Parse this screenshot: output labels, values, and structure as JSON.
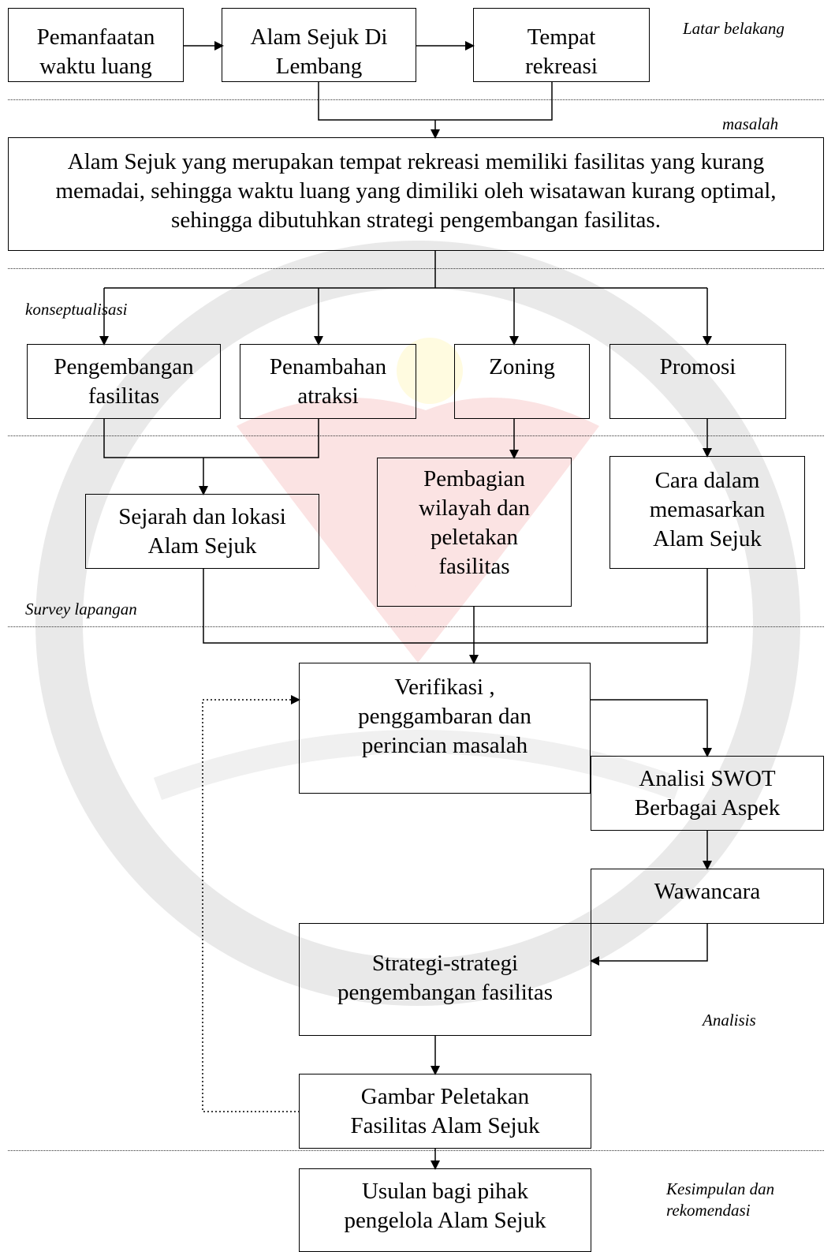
{
  "stages": {
    "latar": "Latar belakang",
    "masalah": "masalah",
    "konsep": "konseptualisasi",
    "survey": "Survey lapangan",
    "analisis": "Analisis",
    "kesimpulan_1": "Kesimpulan dan",
    "kesimpulan_2": "rekomendasi"
  },
  "nodes": {
    "pemanfaatan": "Pemanfaatan waktu luang",
    "alam_sejuk": "Alam Sejuk Di Lembang",
    "tempat": "Tempat rekreasi",
    "masalah": "Alam Sejuk yang merupakan tempat rekreasi memiliki fasilitas yang kurang memadai, sehingga waktu luang yang dimiliki oleh wisatawan kurang optimal, sehingga dibutuhkan strategi pengembangan fasilitas.",
    "pengembangan": "Pengembangan fasilitas",
    "penambahan": "Penambahan atraksi",
    "zoning": "Zoning",
    "promosi": "Promosi",
    "sejarah": "Sejarah dan lokasi Alam Sejuk",
    "pembagian": "Pembagian wilayah dan peletakan fasilitas",
    "cara": "Cara dalam memasarkan Alam Sejuk",
    "verifikasi": "Verifikasi , penggambaran dan perincian masalah",
    "swot": "Analisi SWOT Berbagai Aspek",
    "wawancara": "Wawancara",
    "strategi": "Strategi-strategi pengembangan fasilitas",
    "gambar": "Gambar Peletakan Fasilitas Alam Sejuk",
    "usulan": "Usulan bagi pihak pengelola Alam Sejuk"
  }
}
